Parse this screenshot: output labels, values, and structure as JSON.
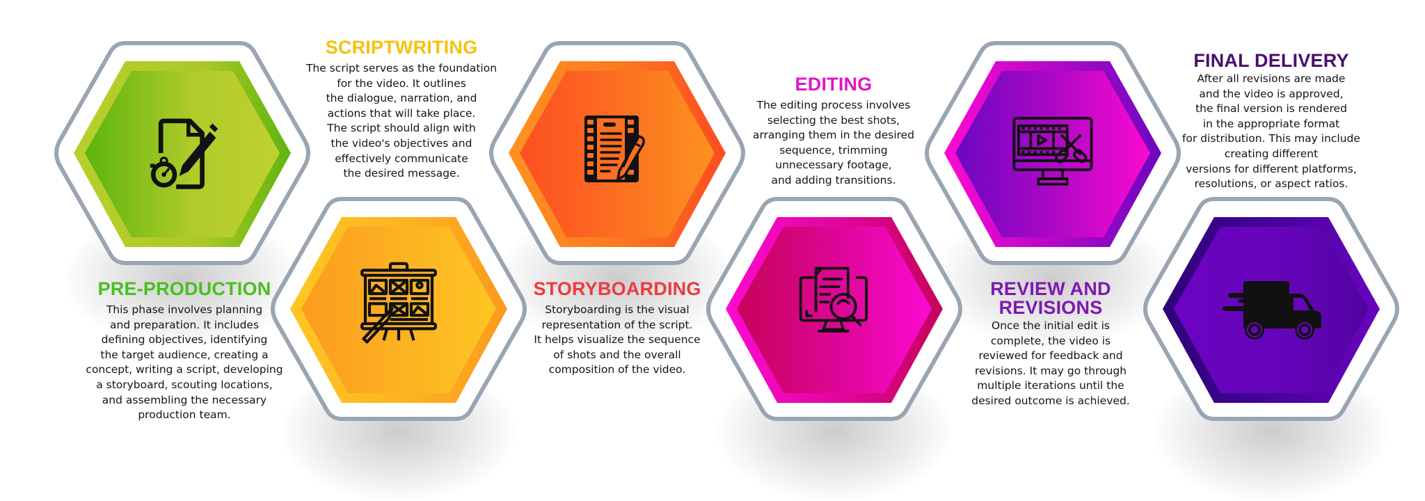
{
  "diagram": {
    "type": "process-hexagon-infographic",
    "ring_color": "#9aa5b1",
    "steps": [
      {
        "id": "pre-production",
        "order": 1,
        "title": "PRE-PRODUCTION",
        "title_color": "#49c01e",
        "icon": "script-stopwatch-icon",
        "gradient": [
          "#5cb40e",
          "#b6cd2c",
          "#bcd02e"
        ],
        "rim": [
          "#b7cd2c",
          "#6cb612"
        ],
        "body": "This phase involves planning\nand preparation. It includes\ndefining objectives, identifying\nthe target audience, creating a\nconcept, writing a script, developing\na storyboard, scouting locations,\nand assembling the necessary\nproduction team."
      },
      {
        "id": "scriptwriting",
        "order": 2,
        "title": "SCRIPTWRITING",
        "title_color": "#f4c20d",
        "icon": "storyboard-easel-icon",
        "gradient": [
          "#fca01f",
          "#fdb321",
          "#fdc421"
        ],
        "rim": [
          "#fdc421",
          "#fb9a1f"
        ],
        "body": "The script serves as the foundation\nfor the video. It outlines\nthe dialogue, narration, and\nactions that will take place.\nThe script should align with\nthe video's objectives and\neffectively communicate\nthe desired message."
      },
      {
        "id": "storyboarding",
        "order": 3,
        "title": "STORYBOARDING",
        "title_color": "#ee3a3c",
        "icon": "film-script-pencil-icon",
        "gradient": [
          "#fc5421",
          "#fc7221",
          "#fd8f20"
        ],
        "rim": [
          "#fd8f20",
          "#fc5021"
        ],
        "body": "Storyboarding is the visual\nrepresentation of the script.\nIt helps visualize the sequence\nof shots and the overall\ncomposition of the video."
      },
      {
        "id": "editing",
        "order": 4,
        "title": "EDITING",
        "title_color": "#e016c8",
        "icon": "monitor-document-search-icon",
        "gradient": [
          "#c9035a",
          "#e0069c",
          "#fb0ad0"
        ],
        "rim": [
          "#fb0ad0",
          "#c9035a"
        ],
        "body": "The editing process involves\nselecting the best shots,\narranging them in the desired\nsequence, trimming\nunnecessary footage,\nand adding transitions."
      },
      {
        "id": "review-and-revisions",
        "order": 5,
        "title": "REVIEW AND\nREVISIONS",
        "title_color": "#7f18b2",
        "icon": "monitor-film-scissors-icon",
        "gradient": [
          "#7008c2",
          "#b008c6",
          "#fb0ad0"
        ],
        "rim": [
          "#fb0ad0",
          "#7008c2"
        ],
        "body": "Once the initial edit is\ncomplete, the video is\nreviewed for feedback and\nrevisions. It may go through\nmultiple iterations until the\ndesired outcome is achieved."
      },
      {
        "id": "final-delivery",
        "order": 6,
        "title": "FINAL DELIVERY",
        "title_color": "#4a0f70",
        "icon": "delivery-truck-icon",
        "gradient": [
          "#6a04c0",
          "#6a04c0",
          "#56039f"
        ],
        "rim": [
          "#32037e",
          "#6a04c0"
        ],
        "body": "After all revisions are made\nand the video is approved,\nthe final version is rendered\nin the appropriate format\nfor distribution. This may include\ncreating different\nversions for different platforms,\nresolutions, or aspect ratios."
      }
    ]
  }
}
